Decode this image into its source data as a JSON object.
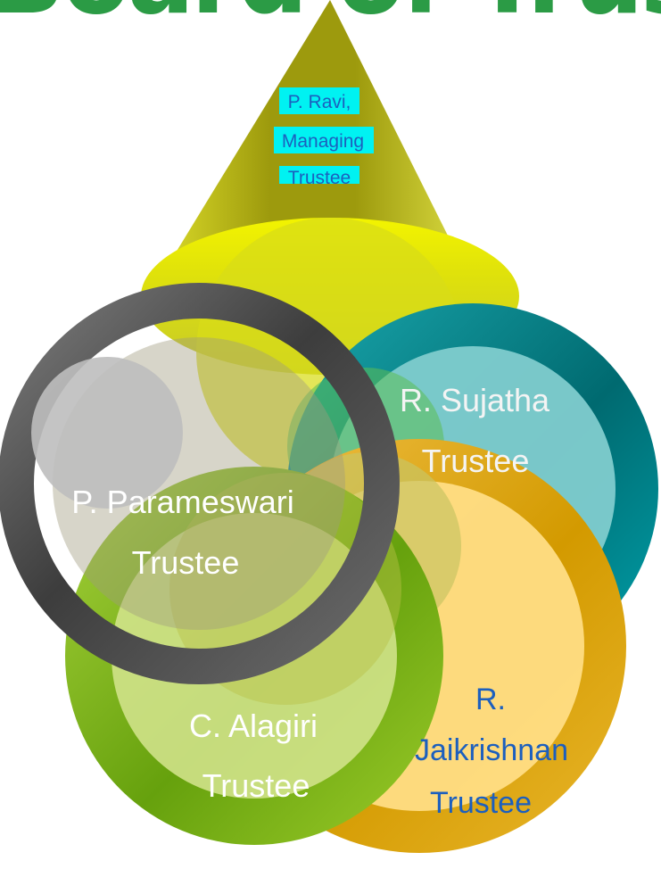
{
  "title": "Board of Trustees",
  "colors": {
    "title": "#2b9b45",
    "managing_cone": "#d9dd00",
    "managing_label_highlight": "#00f2f2",
    "teal": "#007f86",
    "gold": "#d6a400",
    "green": "#8fbf1f",
    "gray": "#5f5f5f",
    "label_white": "#ffffff",
    "label_blue": "#1c5fbe"
  },
  "members": {
    "managing": {
      "name": "P. Ravi,",
      "role": "Managing",
      "subrole": "Trustee"
    },
    "sujatha": {
      "name": "R. Sujatha",
      "role": "Trustee"
    },
    "parameswari": {
      "name": "P. Parameswari",
      "role": "Trustee"
    },
    "jaikrishnan": {
      "initial": "R.",
      "name": "Jaikrishnan",
      "role": "Trustee"
    },
    "alagiri": {
      "name": "C. Alagiri",
      "role": "Trustee"
    }
  }
}
